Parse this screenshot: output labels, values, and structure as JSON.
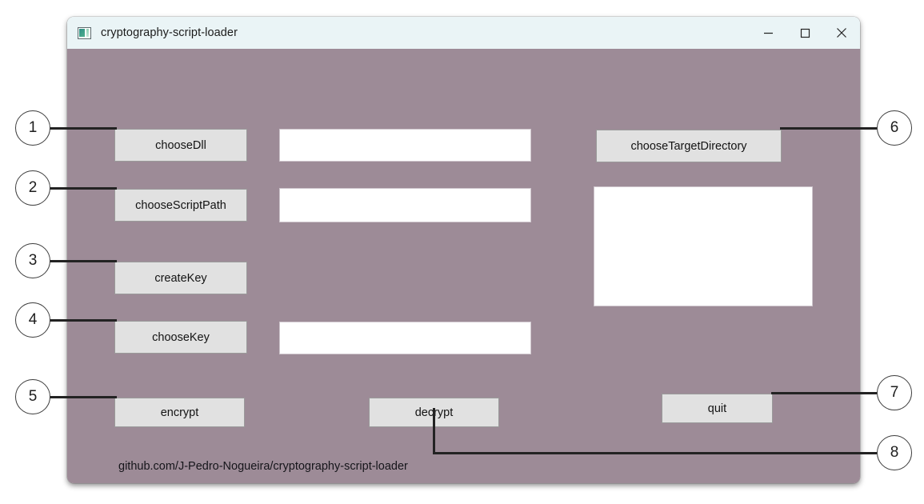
{
  "window": {
    "title": "cryptography-script-loader",
    "icon": "app-icon",
    "controls": {
      "minimize": "minimize-icon",
      "maximize": "maximize-icon",
      "close": "close-icon"
    }
  },
  "colors": {
    "client_background": "#9d8b97",
    "title_bar": "#eaf4f6",
    "button_face": "#e1e1e1",
    "button_border": "#9a9a9a",
    "field_background": "#ffffff",
    "callout_stroke": "#3b3b3b",
    "leader_line": "#232323"
  },
  "buttons": {
    "choose_dll": "chooseDll",
    "choose_script_path": "chooseScriptPath",
    "create_key": "createKey",
    "choose_key": "chooseKey",
    "encrypt": "encrypt",
    "decrypt": "decrypt",
    "choose_target_directory": "chooseTargetDirectory",
    "quit": "quit"
  },
  "fields": {
    "dll_path": {
      "value": "",
      "placeholder": ""
    },
    "script_path": {
      "value": "",
      "placeholder": ""
    },
    "key_path": {
      "value": "",
      "placeholder": ""
    },
    "target_directory_list": {
      "value": "",
      "placeholder": ""
    }
  },
  "footer": {
    "text": "github.com/J-Pedro-Nogueira/cryptography-script-loader"
  },
  "callouts": [
    {
      "number": "1",
      "target": "chooseDll"
    },
    {
      "number": "2",
      "target": "chooseScriptPath"
    },
    {
      "number": "3",
      "target": "createKey"
    },
    {
      "number": "4",
      "target": "chooseKey"
    },
    {
      "number": "5",
      "target": "encrypt"
    },
    {
      "number": "6",
      "target": "chooseTargetDirectory"
    },
    {
      "number": "7",
      "target": "quit"
    },
    {
      "number": "8",
      "target": "decrypt"
    }
  ]
}
